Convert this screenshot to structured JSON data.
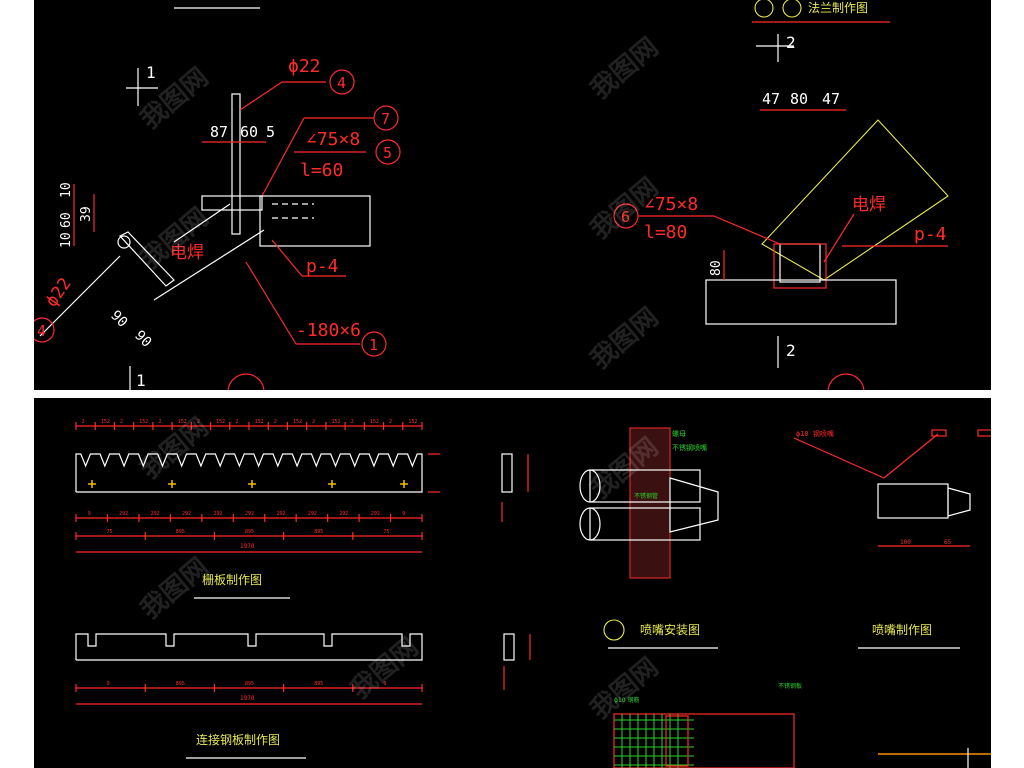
{
  "top": {
    "labels": {
      "phi22_a": "ϕ22",
      "phi22_b": "ϕ22",
      "angle_75x8_a": "∠75×8",
      "l60": "l=60",
      "plate_p4_a": "p-4",
      "plate_180x6": "-180×6",
      "weld_a": "电焊",
      "dim_87": "87",
      "dim_60_top": "60",
      "dim_5": "5",
      "dim_39": "39",
      "dim_60_left": "60",
      "dim_10_left": "10",
      "dim_10_left2": "10",
      "dim_90_a": "90",
      "dim_90_b": "90",
      "section_1a": "1",
      "section_1b": "1",
      "title_right": "法兰制作图",
      "angle_75x8_b": "∠75×8",
      "l80": "l=80",
      "weld_b": "电焊",
      "plate_p4_b": "p-4",
      "dim_47a": "47",
      "dim_80": "80",
      "dim_47b": "47",
      "dim_80_v": "80",
      "section_2a": "2",
      "section_2b": "2"
    },
    "callouts": {
      "c4": "4",
      "c7": "7",
      "c5": "5",
      "c1": "1",
      "c4b": "4",
      "c6": "6",
      "c2a": "2",
      "c2b": "2"
    }
  },
  "bottom": {
    "labels": {
      "title_grate": "栅板制作图",
      "title_conn": "连接钢板制作图",
      "title_install": "喷嘴安装图",
      "title_make": "喷嘴制作图",
      "dims_top_row": [
        "2",
        "152",
        "2",
        "152",
        "2",
        "152",
        "2",
        "152",
        "2",
        "152",
        "2",
        "152",
        "2",
        "152",
        "2",
        "152",
        "2",
        "152"
      ],
      "dims_bottom_row1": [
        "9",
        "292",
        "292",
        "292",
        "292",
        "292",
        "292",
        "292",
        "292",
        "292",
        "9"
      ],
      "dims_bottom_row2": [
        "75",
        "895",
        "895",
        "895",
        "75"
      ],
      "total_1": "1970",
      "total_2": "1970",
      "conn_dims_1": [
        "9",
        "895",
        "895",
        "895",
        "9"
      ],
      "conn_total": "1970",
      "pipe_a": "螺母",
      "pipe_b": "不锈钢喷嘴",
      "pipe_c": "不锈钢管",
      "nozzle_tag": "ϕ10 钢喷嘴",
      "nozzle_dim": "100",
      "nozzle_dim2": "65",
      "rebar": "ϕ10 钢筋",
      "stainless": "不锈钢板",
      "stub_label": "2"
    }
  },
  "watermarks": [
    "我图网",
    "我图网",
    "我图网",
    "我图网",
    "我图网",
    "我图网",
    "我图网",
    "我图网",
    "我图网",
    "我图网"
  ]
}
